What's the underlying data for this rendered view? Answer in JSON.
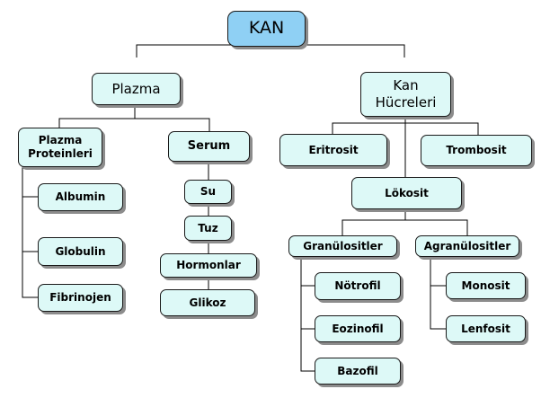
{
  "root": "KAN",
  "plazma": "Plazma",
  "kan_hucreleri": "Kan\nHücreleri",
  "plazma_proteinleri": "Plazma\nProteinleri",
  "serum": "Serum",
  "albumin": "Albumin",
  "globulin": "Globulin",
  "fibrinojen": "Fibrinojen",
  "su": "Su",
  "tuz": "Tuz",
  "hormonlar": "Hormonlar",
  "glikoz": "Glikoz",
  "eritrosit": "Eritrosit",
  "trombosit": "Trombosit",
  "lokosit": "Lökosit",
  "granulositler": "Granülositler",
  "agranulositler": "Agranülositler",
  "notrofil": "Nötrofil",
  "eozinofil": "Eozinofil",
  "bazofil": "Bazofil",
  "monosit": "Monosit",
  "lenfosit": "Lenfosit",
  "colors": {
    "root_fill": "#8fd0f4",
    "node_fill": "#ddf9f7",
    "border": "#1a1a1a",
    "shadow": "#8c8c8c"
  }
}
